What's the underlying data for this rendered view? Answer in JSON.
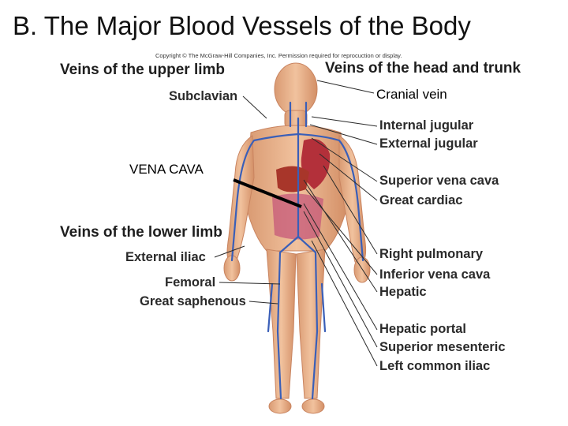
{
  "title": "B.  The Major Blood Vessels of the Body",
  "copyright": "Copyright © The McGraw-Hill Companies, Inc. Permission required for reprocuction or display.",
  "left_headers": {
    "upper": "Veins of the upper limb",
    "lower": "Veins of the lower limb"
  },
  "right_header": "Veins of the head and trunk",
  "left_labels": {
    "subclavian": "Subclavian",
    "vena_cava": "VENA CAVA",
    "external_iliac": "External iliac",
    "femoral": "Femoral",
    "great_saphenous": "Great saphenous"
  },
  "right_labels": {
    "cranial_vein": "Cranial vein",
    "internal_jugular": "Internal jugular",
    "external_jugular": "External jugular",
    "superior_vena_cava": "Superior vena cava",
    "great_cardiac": "Great cardiac",
    "right_pulmonary": "Right pulmonary",
    "inferior_vena_cava": "Inferior vena cava",
    "hepatic": "Hepatic",
    "hepatic_portal": "Hepatic portal",
    "superior_mesenteric": "Superior mesenteric",
    "left_common_iliac": "Left common iliac"
  },
  "colors": {
    "skin": "#e8b08a",
    "vein": "#3a5fb8",
    "organ": "#b3303a",
    "leader": "#2a2a2a"
  }
}
